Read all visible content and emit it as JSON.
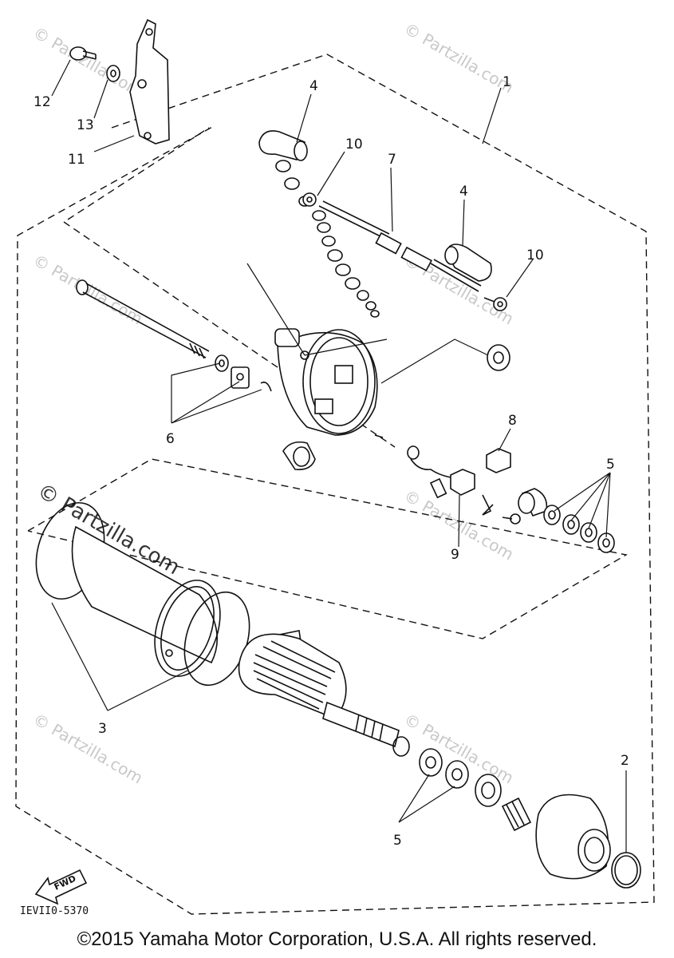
{
  "watermark": {
    "text": "© Partzilla.com"
  },
  "callouts": {
    "c1": "1",
    "c2": "2",
    "c3": "3",
    "c4a": "4",
    "c4b": "4",
    "c5a": "5",
    "c5b": "5",
    "c6": "6",
    "c7": "7",
    "c8": "8",
    "c9": "9",
    "c10a": "10",
    "c10b": "10",
    "c11": "11",
    "c12": "12",
    "c13": "13"
  },
  "fwd_label": "FWD",
  "drawing_code": "IEVII0-5370",
  "copyright": "©2015 Yamaha Motor Corporation, U.S.A. All rights reserved."
}
